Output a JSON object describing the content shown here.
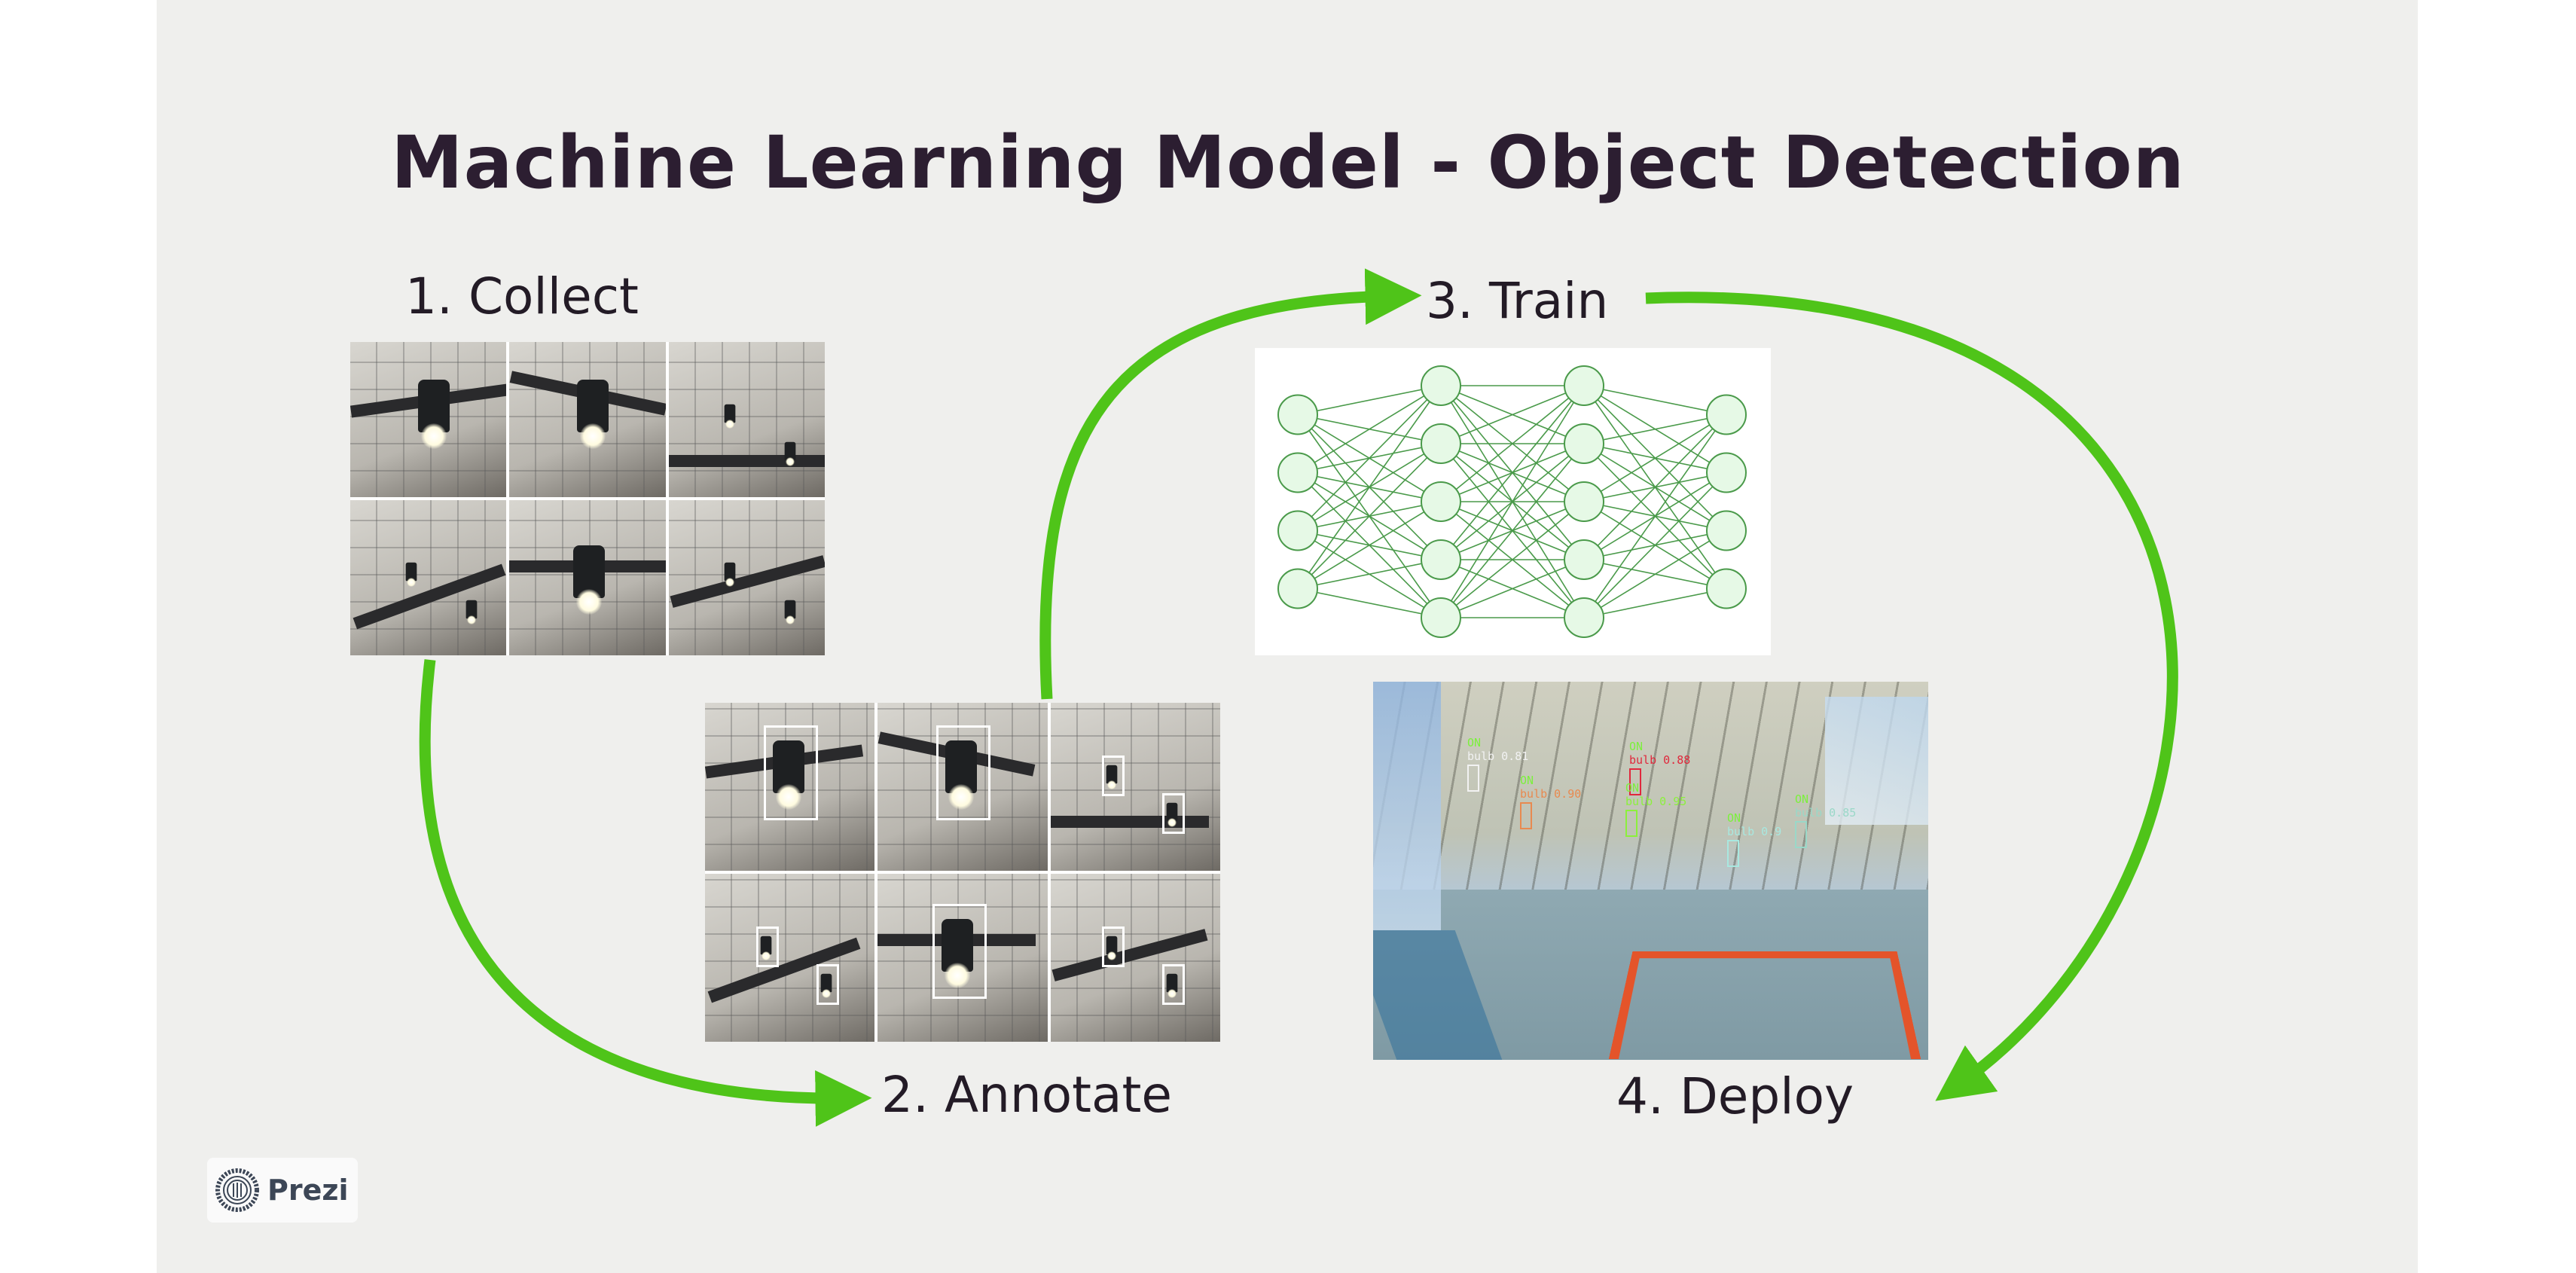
{
  "title": "Machine Learning Model - Object Detection",
  "steps": {
    "collect": "1. Collect",
    "annotate": "2. Annotate",
    "train": "3. Train",
    "deploy": "4. Deploy"
  },
  "colors": {
    "arrow": "#4fc419",
    "title": "#2c1e31",
    "nn_node_fill": "#e6f9e6",
    "nn_stroke": "#4a9a4a"
  },
  "neural_network": {
    "layers": [
      4,
      5,
      5,
      4
    ]
  },
  "detections": [
    {
      "state": "ON",
      "label": "bulb 0.81",
      "color": "#f2f2f2"
    },
    {
      "state": "ON",
      "label": "bulb 0.88",
      "color": "#e0283c"
    },
    {
      "state": "ON",
      "label": "bulb 0.90",
      "color": "#e88a50"
    },
    {
      "state": "ON",
      "label": "bulb 0.95",
      "color": "#8cf03c"
    },
    {
      "state": "ON",
      "label": "bulb 0.85",
      "color": "#9ad8c8"
    },
    {
      "state": "ON",
      "label": "bulb 0.9",
      "color": "#a8e8e0"
    }
  ],
  "logo": {
    "text": "Prezi"
  }
}
